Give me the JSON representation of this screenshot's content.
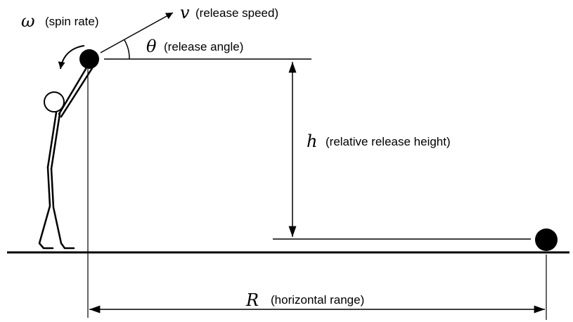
{
  "labels": {
    "omega": {
      "symbol": "ω",
      "text": "(spin rate)"
    },
    "v": {
      "symbol": "v",
      "text": "(release speed)"
    },
    "theta": {
      "symbol": "θ",
      "text": "(release angle)"
    },
    "h": {
      "symbol": "h",
      "text": "(relative release height)"
    },
    "R": {
      "symbol": "R",
      "text": "(horizontal range)"
    }
  }
}
